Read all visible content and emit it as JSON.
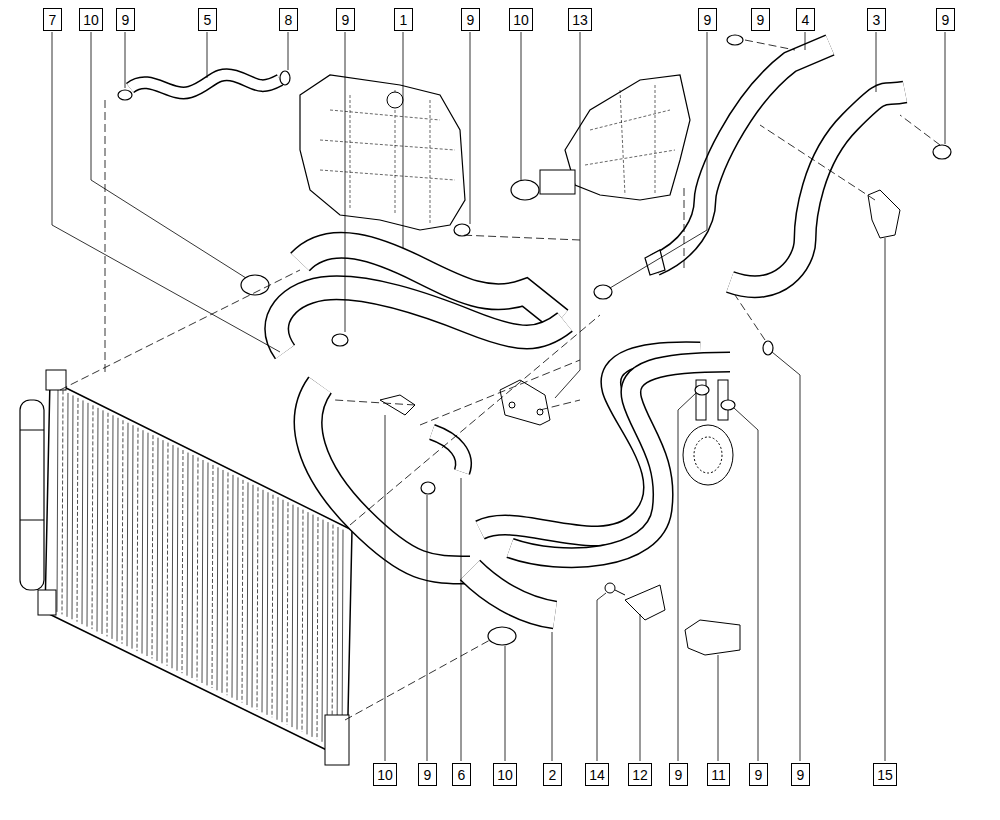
{
  "diagram": {
    "nodes": [
      {
        "text": [
          "7"
        ]
      },
      {
        "text": [
          "10"
        ]
      },
      {
        "text": [
          "9"
        ]
      },
      {
        "text": [
          "5"
        ]
      },
      {
        "text": [
          "8"
        ]
      },
      {
        "text": [
          "9"
        ]
      },
      {
        "text": [
          "1"
        ]
      },
      {
        "text": [
          "9"
        ]
      },
      {
        "text": [
          "10"
        ]
      },
      {
        "text": [
          "13"
        ]
      },
      {
        "text": [
          "9"
        ]
      },
      {
        "text": [
          "9"
        ]
      },
      {
        "text": [
          "4"
        ]
      },
      {
        "text": [
          "3"
        ]
      },
      {
        "text": [
          "9"
        ]
      },
      {
        "text": [
          "10"
        ]
      },
      {
        "text": [
          "9"
        ]
      },
      {
        "text": [
          "6"
        ]
      },
      {
        "text": [
          "10"
        ]
      },
      {
        "text": [
          "2"
        ]
      },
      {
        "text": [
          "14"
        ]
      },
      {
        "text": [
          "12"
        ]
      },
      {
        "text": [
          "9"
        ]
      },
      {
        "text": [
          "11"
        ]
      },
      {
        "text": [
          "9"
        ]
      },
      {
        "text": [
          "9"
        ]
      },
      {
        "text": [
          "15"
        ]
      }
    ]
  }
}
